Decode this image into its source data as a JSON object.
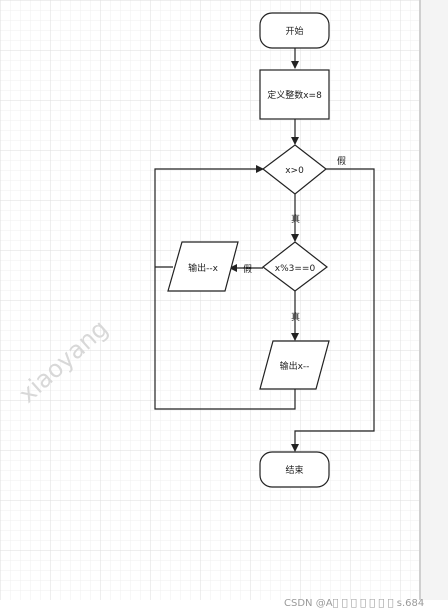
{
  "nodes": {
    "start": "开始",
    "define": "定义整数x=8",
    "cond1": "x>0",
    "cond2": "x%3==0",
    "out_left": "输出--x",
    "out_down": "输出x--",
    "end": "结束"
  },
  "edges": {
    "cond1_false": "假",
    "cond1_true": "真",
    "cond2_false": "假",
    "cond2_true": "真"
  },
  "watermark": "xiaoyang",
  "footer": "CSDN @A\u0000 \u0000 \u0000 \u0000 \u0000 \u0000 \u0000 s.684",
  "colors": {
    "stroke": "#222222",
    "grid": "#e6e6e6",
    "page_edge": "#cfcfcf"
  }
}
